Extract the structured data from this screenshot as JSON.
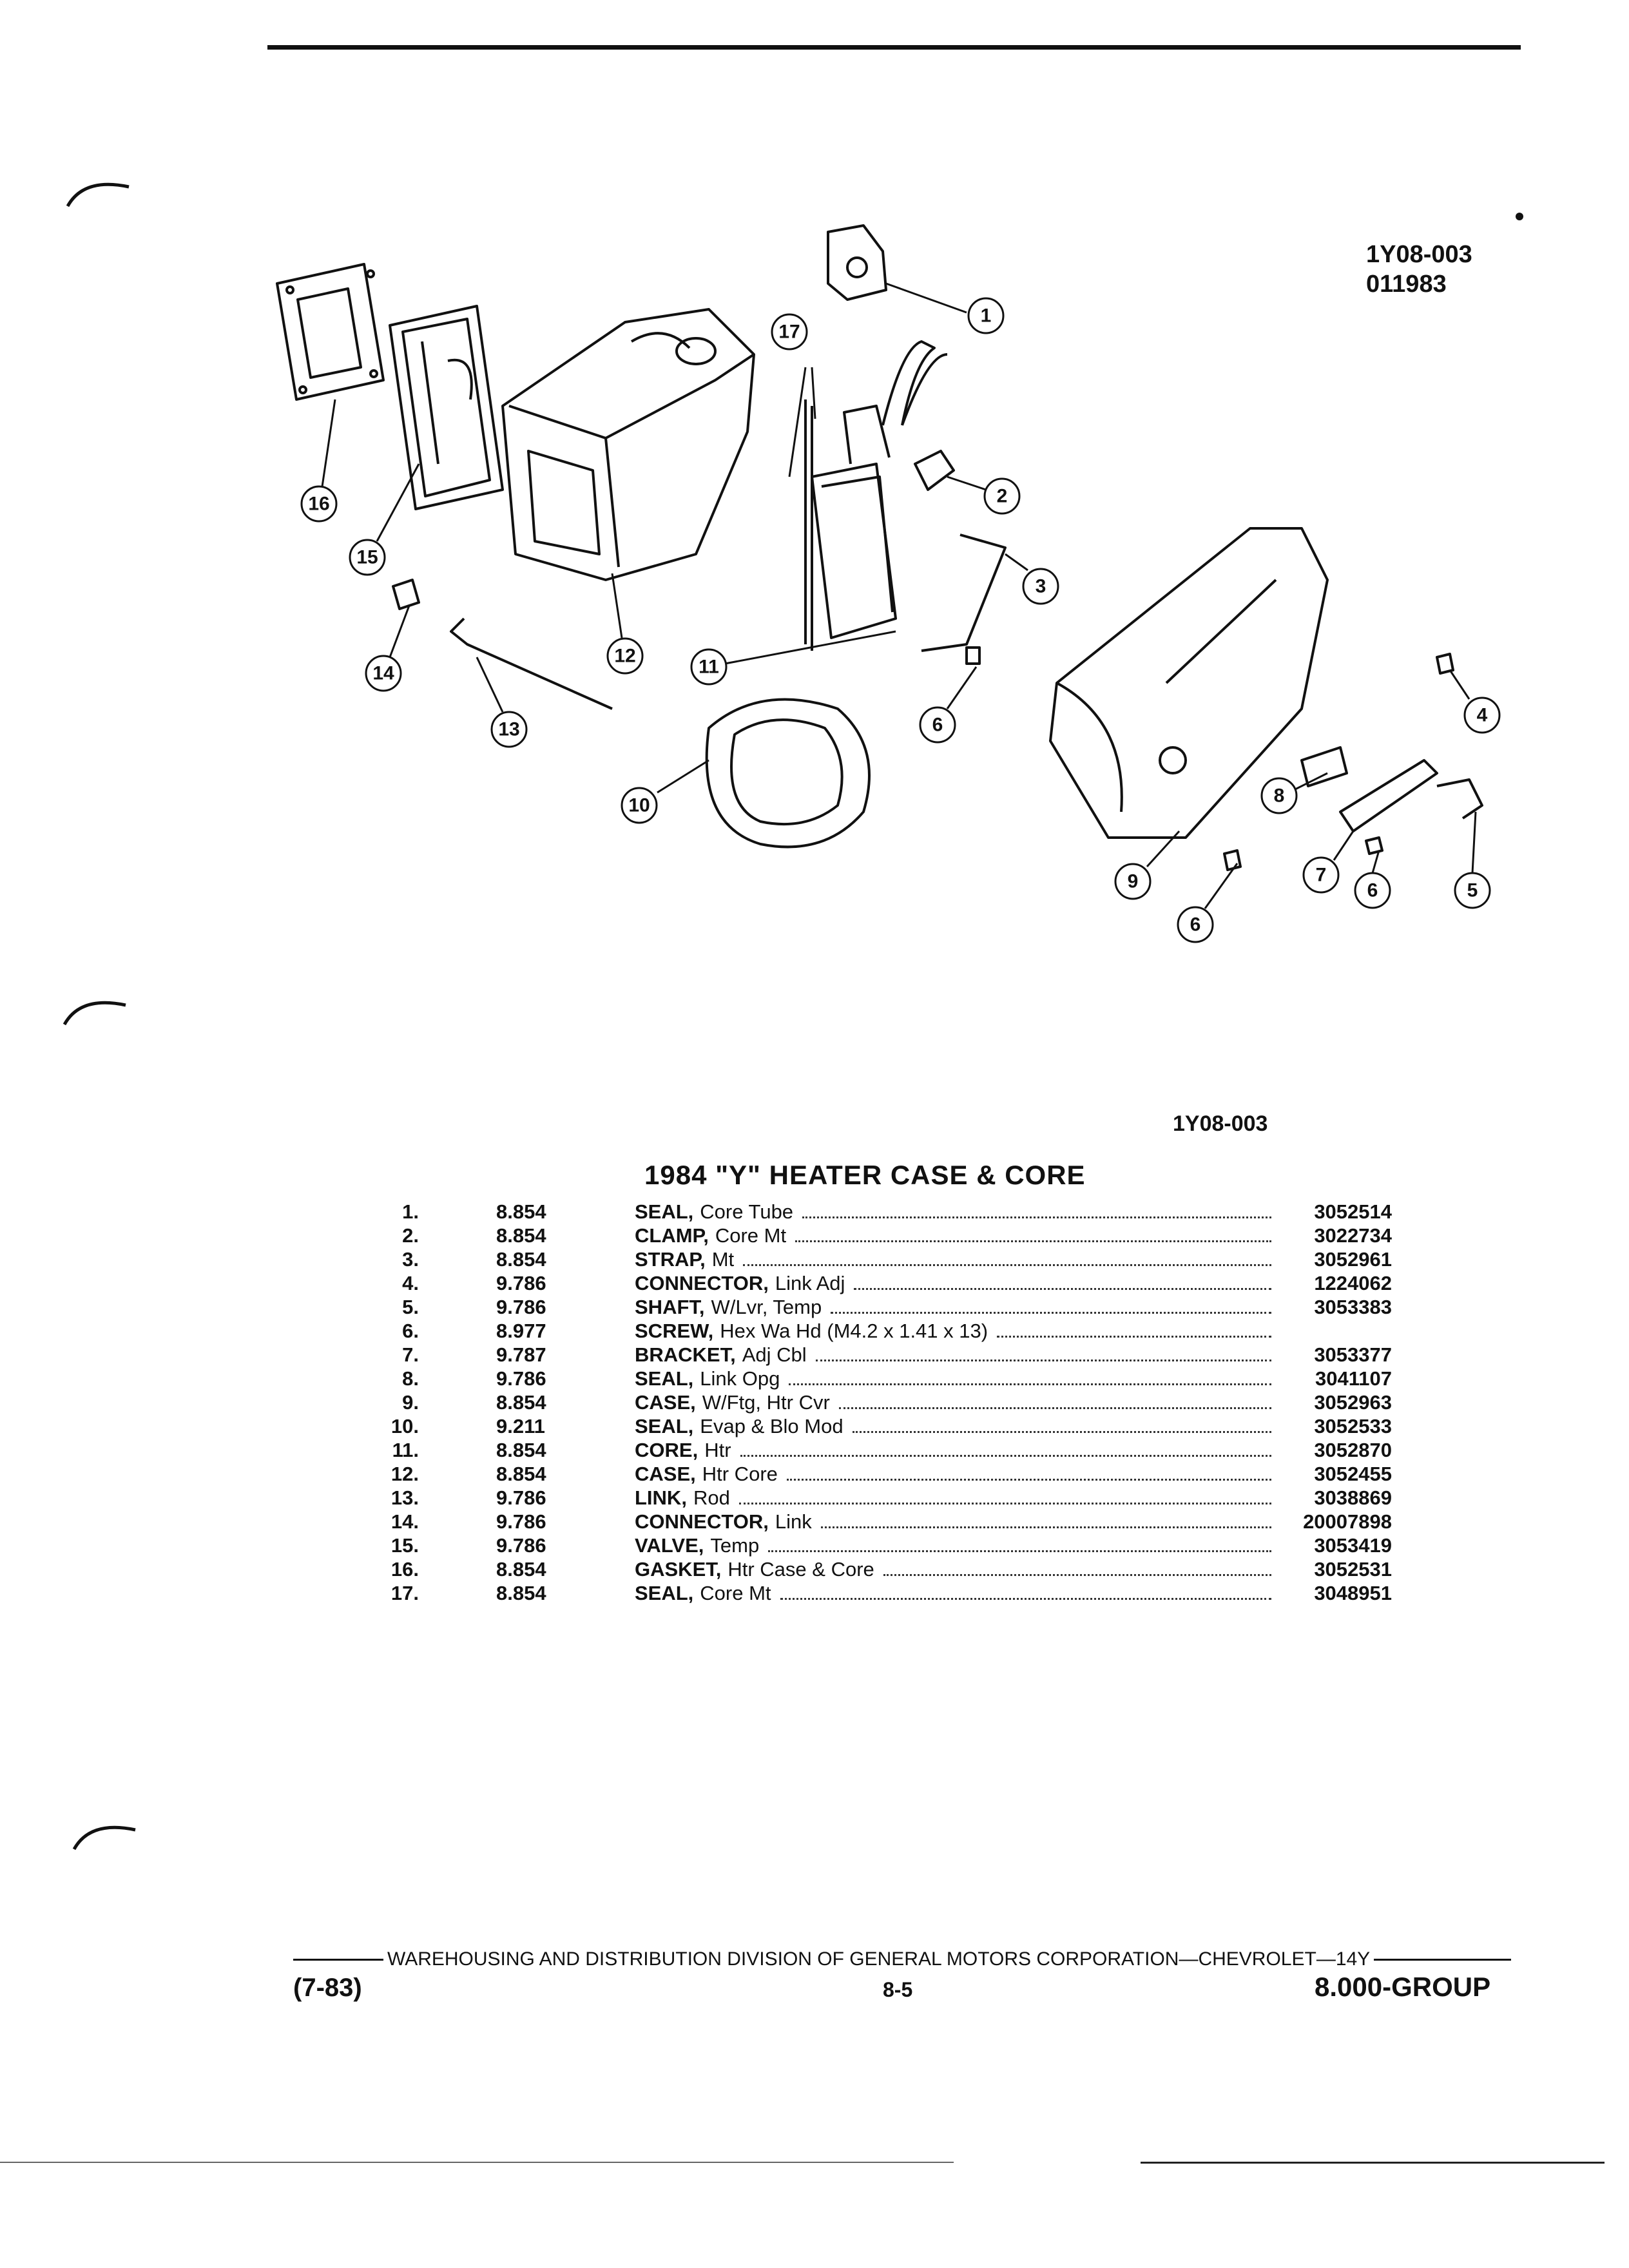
{
  "header": {
    "figure_id": "1Y08-003",
    "date_code": "011983"
  },
  "illustration": {
    "callouts": [
      "1",
      "2",
      "3",
      "4",
      "5",
      "6",
      "7",
      "8",
      "9",
      "10",
      "11",
      "12",
      "13",
      "14",
      "15",
      "16",
      "17"
    ]
  },
  "figure_ref": "1Y08-003",
  "section_title": "1984 \"Y\" HEATER CASE & CORE",
  "parts": [
    {
      "num": "1.",
      "group": "8.854",
      "noun": "SEAL,",
      "mod": "Core Tube",
      "part": "3052514"
    },
    {
      "num": "2.",
      "group": "8.854",
      "noun": "CLAMP,",
      "mod": "Core Mt",
      "part": "3022734"
    },
    {
      "num": "3.",
      "group": "8.854",
      "noun": "STRAP,",
      "mod": "Mt",
      "part": "3052961"
    },
    {
      "num": "4.",
      "group": "9.786",
      "noun": "CONNECTOR,",
      "mod": "Link Adj",
      "part": "1224062"
    },
    {
      "num": "5.",
      "group": "9.786",
      "noun": "SHAFT,",
      "mod": "W/Lvr, Temp",
      "part": "3053383"
    },
    {
      "num": "6.",
      "group": "8.977",
      "noun": "SCREW,",
      "mod": "Hex Wa Hd (M4.2 x 1.41 x 13)",
      "part": ""
    },
    {
      "num": "7.",
      "group": "9.787",
      "noun": "BRACKET,",
      "mod": "Adj Cbl",
      "part": "3053377"
    },
    {
      "num": "8.",
      "group": "9.786",
      "noun": "SEAL,",
      "mod": "Link Opg",
      "part": "3041107"
    },
    {
      "num": "9.",
      "group": "8.854",
      "noun": "CASE,",
      "mod": "W/Ftg, Htr Cvr",
      "part": "3052963"
    },
    {
      "num": "10.",
      "group": "9.211",
      "noun": "SEAL,",
      "mod": "Evap & Blo Mod",
      "part": "3052533"
    },
    {
      "num": "11.",
      "group": "8.854",
      "noun": "CORE,",
      "mod": "Htr",
      "part": "3052870"
    },
    {
      "num": "12.",
      "group": "8.854",
      "noun": "CASE,",
      "mod": "Htr Core",
      "part": "3052455"
    },
    {
      "num": "13.",
      "group": "9.786",
      "noun": "LINK,",
      "mod": "Rod",
      "part": "3038869"
    },
    {
      "num": "14.",
      "group": "9.786",
      "noun": "CONNECTOR,",
      "mod": "Link",
      "part": "20007898"
    },
    {
      "num": "15.",
      "group": "9.786",
      "noun": "VALVE,",
      "mod": "Temp",
      "part": "3053419"
    },
    {
      "num": "16.",
      "group": "8.854",
      "noun": "GASKET,",
      "mod": "Htr Case & Core",
      "part": "3052531"
    },
    {
      "num": "17.",
      "group": "8.854",
      "noun": "SEAL,",
      "mod": "Core Mt",
      "part": "3048951"
    }
  ],
  "footer": {
    "division_line": "WAREHOUSING AND DISTRIBUTION DIVISION OF GENERAL MOTORS CORPORATION—CHEVROLET—14Y",
    "date": "(7-83)",
    "page": "8-5",
    "group": "8.000-GROUP"
  }
}
